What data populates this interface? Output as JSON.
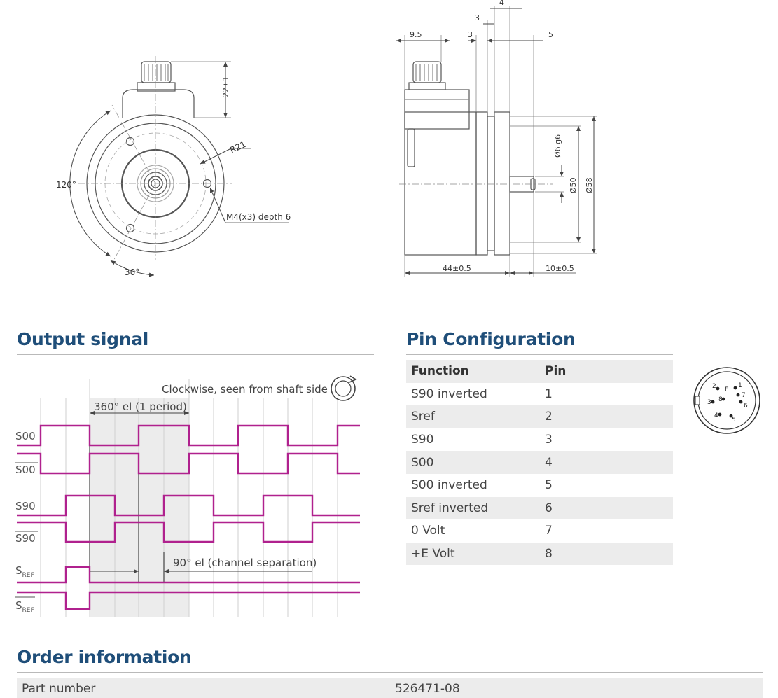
{
  "drawing": {
    "front": {
      "dim_connector_height": "22±1",
      "dim_radius": "R21",
      "dim_angle_large": "120°",
      "dim_angle_small": "30°",
      "dim_mount_holes": "M4(x3) depth 6"
    },
    "side": {
      "dim_top_4": "4",
      "dim_top_3a": "3",
      "dim_top_3b": "3",
      "dim_top_5": "5",
      "dim_top_95": "9.5",
      "dim_shaft": "Ø6 g6",
      "dim_spigot": "Ø50",
      "dim_flange": "Ø58",
      "dim_length": "44±0.5",
      "dim_shaft_length": "10±0.5"
    }
  },
  "output_signal": {
    "title": "Output signal",
    "rotation_note": "Clockwise, seen from shaft side",
    "period_label": "360° el (1 period)",
    "separation_label": "90° el (channel separation)",
    "signals": [
      "S00",
      "S00",
      "S90",
      "S90",
      "S",
      "S"
    ],
    "ref_subscript": "REF"
  },
  "pin_config": {
    "title": "Pin Configuration",
    "headers": {
      "function": "Function",
      "pin": "Pin"
    },
    "rows": [
      {
        "function": "S90 inverted",
        "pin": "1"
      },
      {
        "function": "Sref",
        "pin": "2"
      },
      {
        "function": "S90",
        "pin": "3"
      },
      {
        "function": "S00",
        "pin": "4"
      },
      {
        "function": "S00 inverted",
        "pin": "5"
      },
      {
        "function": "Sref inverted",
        "pin": "6"
      },
      {
        "function": "0 Volt",
        "pin": "7"
      },
      {
        "function": "+E Volt",
        "pin": "8"
      }
    ],
    "connector_labels": [
      "2",
      "E",
      "1",
      "7",
      "3",
      "8",
      "6",
      "4",
      "5"
    ]
  },
  "order_info": {
    "title": "Order information",
    "part_number_label": "Part number",
    "part_number_value": "526471-08"
  },
  "colors": {
    "heading": "#1f4e79",
    "signal": "#b0218e",
    "drawing": "#555555"
  }
}
